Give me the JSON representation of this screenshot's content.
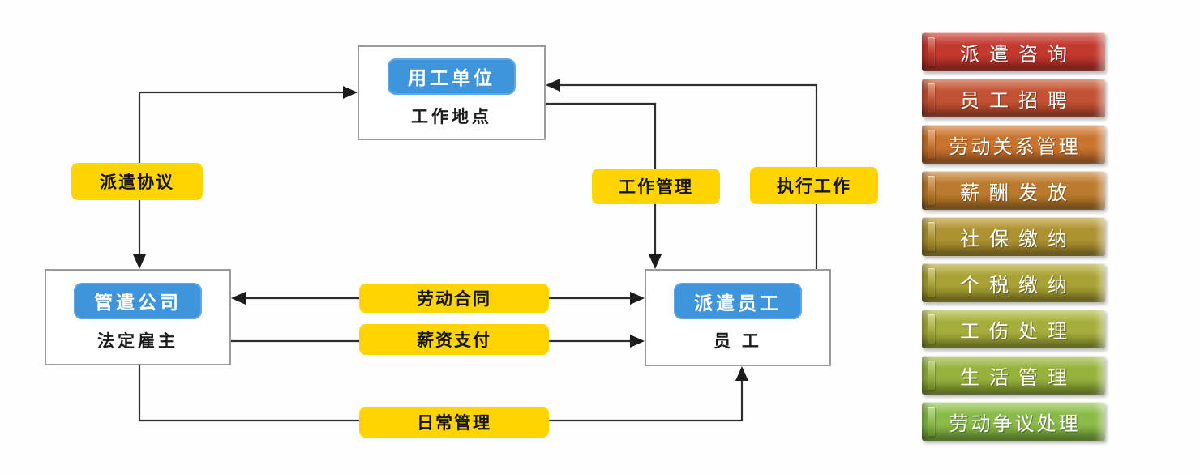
{
  "diagram": {
    "nodes": {
      "employer_unit": {
        "title": "用工单位",
        "subtitle": "工作地点"
      },
      "dispatch_company": {
        "title": "管遣公司",
        "subtitle": "法定雇主"
      },
      "dispatched_staff": {
        "title": "派遣员工",
        "subtitle": "员 工"
      }
    },
    "edge_labels": {
      "dispatch_agreement": "派遣协议",
      "work_management": "工作管理",
      "execute_work": "执行工作",
      "labor_contract": "劳动合同",
      "salary_payment": "薪资支付",
      "daily_management": "日常管理"
    },
    "colors": {
      "node_button": "#3f95dc",
      "label_background": "#ffd400",
      "line": "#2e2e2e",
      "box_border": "#9c9c9c"
    }
  },
  "sidebar": {
    "items": [
      {
        "label": "派遣咨询",
        "base": "#c2392e",
        "light": "#e0887f",
        "dark": "#8e211b"
      },
      {
        "label": "员工招聘",
        "base": "#c25233",
        "light": "#e09a7e",
        "dark": "#8e3420"
      },
      {
        "label": "劳动关系管理",
        "base": "#c8742f",
        "light": "#e8b184",
        "dark": "#94511c"
      },
      {
        "label": "薪酬发放",
        "base": "#bb7b2e",
        "light": "#e2b581",
        "dark": "#8a5a1a"
      },
      {
        "label": "社保缴纳",
        "base": "#ad9232",
        "light": "#d8c380",
        "dark": "#7e681d"
      },
      {
        "label": "个税缴纳",
        "base": "#a8a135",
        "light": "#d4cd82",
        "dark": "#79721c"
      },
      {
        "label": "工伤处理",
        "base": "#a5ad3d",
        "light": "#d2d88a",
        "dark": "#767d20"
      },
      {
        "label": "生活管理",
        "base": "#96b23e",
        "light": "#c6d88c",
        "dark": "#6a8222"
      },
      {
        "label": "劳动争议处理",
        "base": "#8aba49",
        "light": "#c0dc92",
        "dark": "#5f8a28"
      }
    ]
  }
}
